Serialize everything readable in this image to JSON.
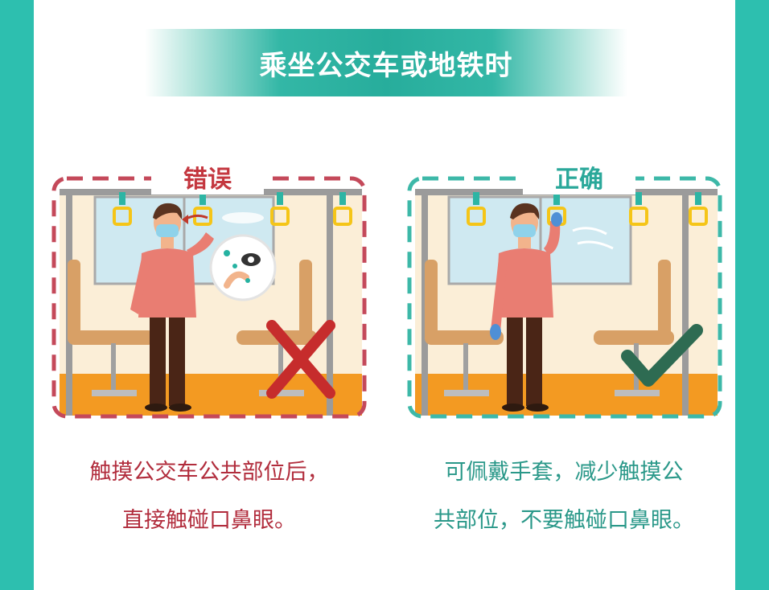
{
  "title": "乘坐公交车或地铁时",
  "panels": {
    "wrong": {
      "label": "错误",
      "caption_line1": "触摸公交车公共部位后，",
      "caption_line2": "直接触碰口鼻眼。",
      "border_color": "#c4495a",
      "mark": "cross-icon"
    },
    "right": {
      "label": "正确",
      "caption_line1": "可佩戴手套，减少触摸公",
      "caption_line2": "共部位，不要触碰口鼻眼。",
      "border_color": "#3db8a8",
      "mark": "check-icon"
    }
  },
  "colors": {
    "background_teal": "#2dbfaf",
    "banner_teal": "#27ad9c",
    "wrong_red": "#c4373f",
    "right_teal": "#2aa89a",
    "floor_orange": "#f39a22",
    "wall_cream": "#fbeed7"
  }
}
